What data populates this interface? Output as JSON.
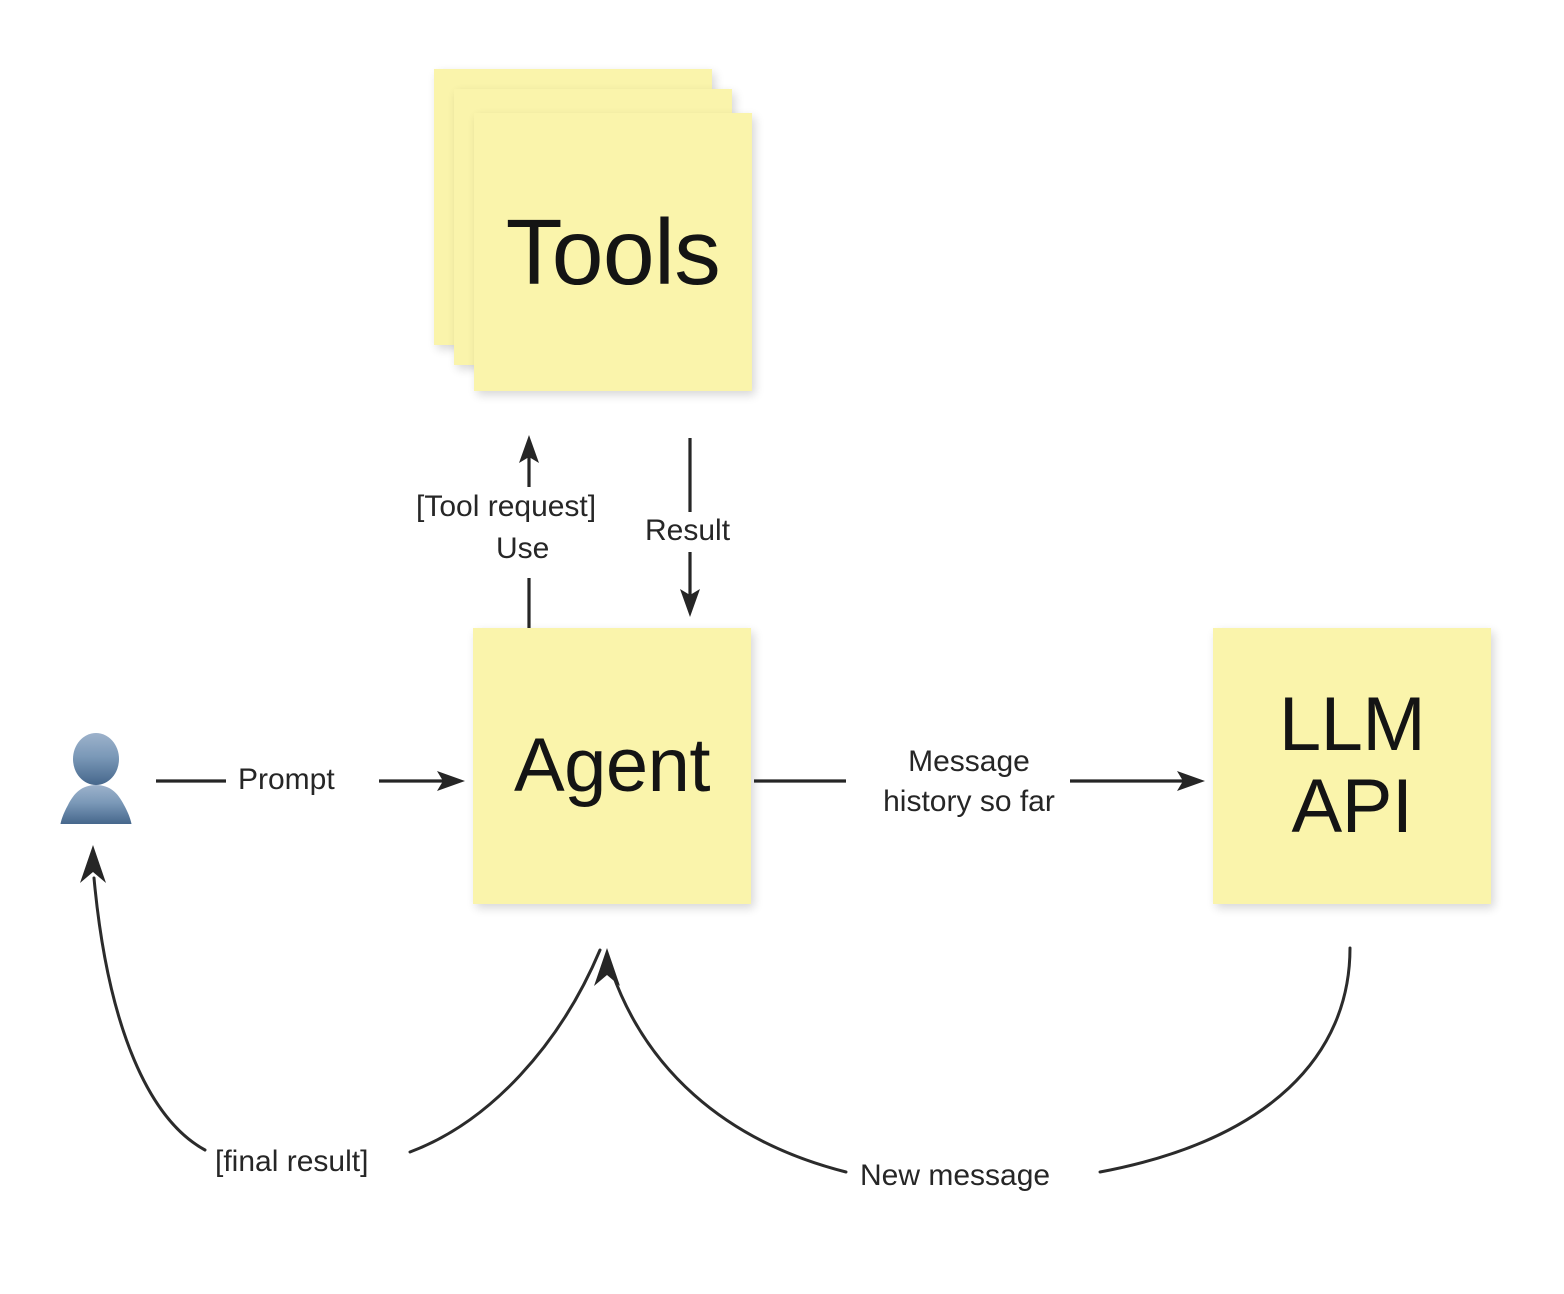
{
  "diagram": {
    "title": "Agent loop with tools and LLM API",
    "background": "#ffffff",
    "note_color": "#faf4ab",
    "line_color": "#262626",
    "avatar_color_top": "#93abc6",
    "avatar_color_bottom": "#46678c"
  },
  "nodes": {
    "tools": {
      "label": "Tools",
      "kind": "sticky-note-stack",
      "count": 3
    },
    "agent": {
      "label": "Agent",
      "kind": "sticky-note"
    },
    "llm_api": {
      "label": "LLM\nAPI",
      "kind": "sticky-note"
    },
    "user": {
      "label": "user-avatar",
      "kind": "icon"
    }
  },
  "edges": [
    {
      "from": "agent",
      "to": "tools",
      "label": "[Tool request]",
      "label2": "Use",
      "direction": "up"
    },
    {
      "from": "tools",
      "to": "agent",
      "label": "Result",
      "direction": "down"
    },
    {
      "from": "user",
      "to": "agent",
      "label": "Prompt",
      "direction": "right"
    },
    {
      "from": "agent",
      "to": "llm_api",
      "label": "Message\nhistory so far",
      "direction": "right"
    },
    {
      "from": "llm_api",
      "to": "agent",
      "label": "New message",
      "direction": "curve-up-left"
    },
    {
      "from": "agent",
      "to": "user",
      "label": "[final result]",
      "direction": "curve-up-left"
    }
  ],
  "labels": {
    "tool_request": "[Tool request]",
    "use": "Use",
    "result": "Result",
    "prompt": "Prompt",
    "message_history": "Message\nhistory so far",
    "new_message": "New message",
    "final_result": "[final result]"
  }
}
